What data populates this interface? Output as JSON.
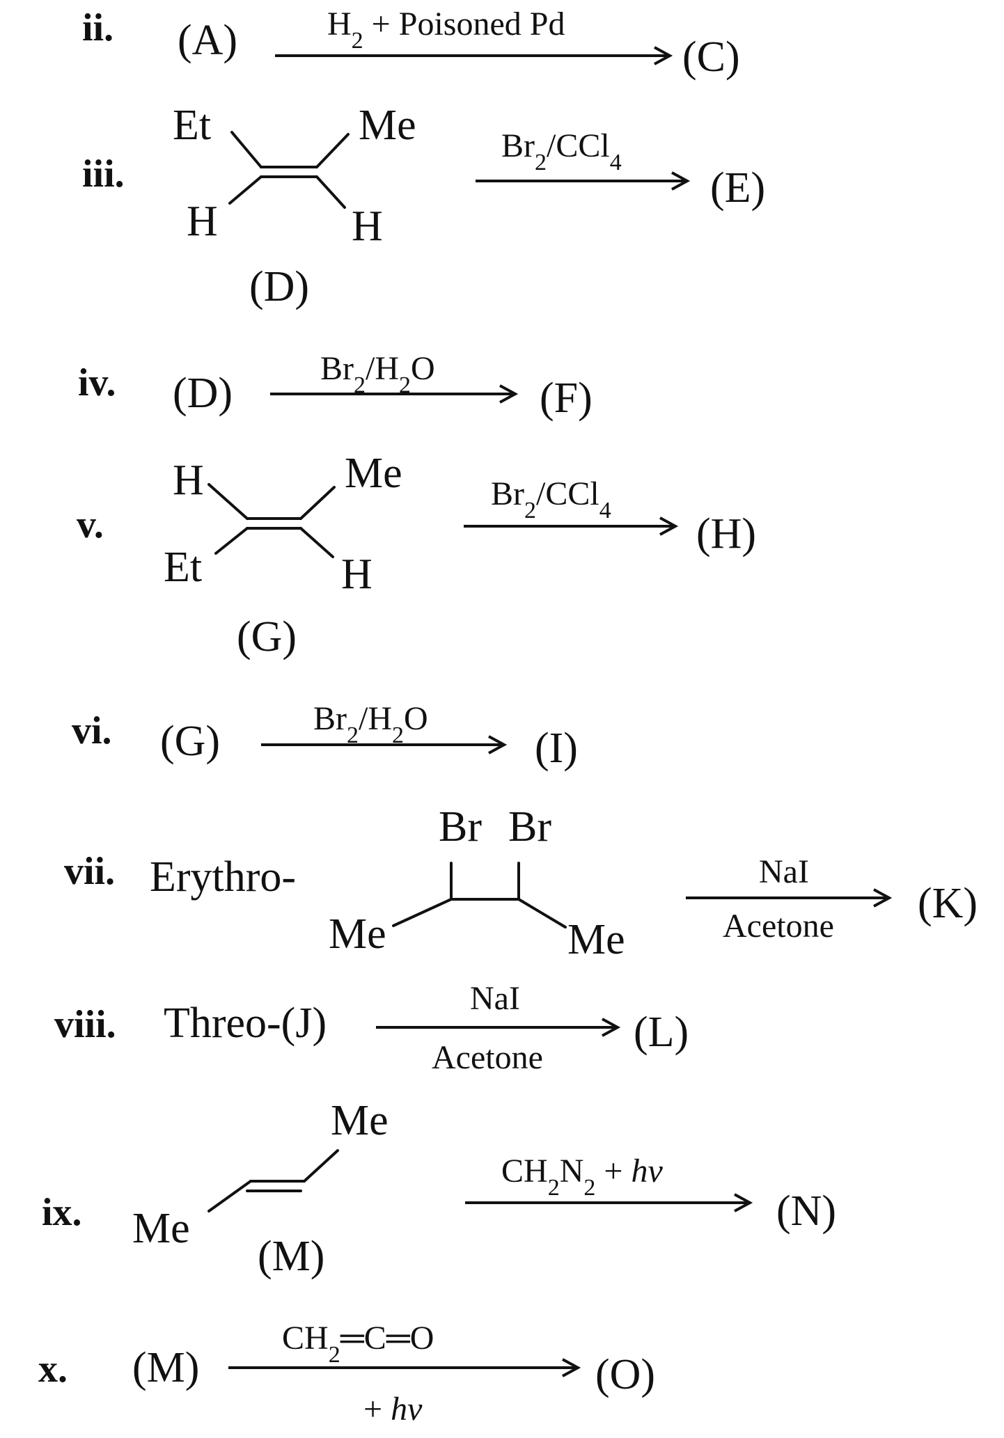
{
  "reactions": [
    {
      "num": "ii.",
      "reactant": "(A)",
      "reagent_html": "H<tspan baseline-shift='sub' font-size='34'>2</tspan> + Poisoned Pd",
      "product": "(C)"
    },
    {
      "num": "iii.",
      "sub1": "Et",
      "sub2": "Me",
      "sub3": "H",
      "sub4": "H",
      "label": "(D)",
      "reagent_html": "Br<tspan baseline-shift='sub' font-size='34'>2</tspan>/CCl<tspan baseline-shift='sub' font-size='34'>4</tspan>",
      "product": "(E)"
    },
    {
      "num": "iv.",
      "reactant": "(D)",
      "reagent_html": "Br<tspan baseline-shift='sub' font-size='34'>2</tspan>/H<tspan baseline-shift='sub' font-size='34'>2</tspan>O",
      "product": "(F)"
    },
    {
      "num": "v.",
      "sub1": "H",
      "sub2": "Me",
      "sub3": "Et",
      "sub4": "H",
      "label": "(G)",
      "reagent_html": "Br<tspan baseline-shift='sub' font-size='34'>2</tspan>/CCl<tspan baseline-shift='sub' font-size='34'>4</tspan>",
      "product": "(H)"
    },
    {
      "num": "vi.",
      "reactant": "(G)",
      "reagent_html": "Br<tspan baseline-shift='sub' font-size='34'>2</tspan>/H<tspan baseline-shift='sub' font-size='34'>2</tspan>O",
      "product": "(I)"
    },
    {
      "num": "vii.",
      "prefix": "Erythro-",
      "br1": "Br",
      "br2": "Br",
      "me1": "Me",
      "me2": "Me",
      "reagent_top": "NaI",
      "reagent_bottom": "Acetone",
      "product": "(K)"
    },
    {
      "num": "viii.",
      "reactant": "Threo-(J)",
      "reagent_top": "NaI",
      "reagent_bottom": "Acetone",
      "product": "(L)"
    },
    {
      "num": "ix.",
      "me1": "Me",
      "me2": "Me",
      "label": "(M)",
      "reagent_html": "CH<tspan baseline-shift='sub' font-size='34'>2</tspan>N<tspan baseline-shift='sub' font-size='34'>2</tspan> + <tspan font-style='italic'>hν</tspan>",
      "product": "(N)"
    },
    {
      "num": "x.",
      "reactant": "(M)",
      "reagent_top_html": "CH<tspan baseline-shift='sub' font-size='34'>2</tspan>═C═O",
      "reagent_bottom_html": "+ <tspan font-style='italic'>hν</tspan>",
      "product": "(O)"
    }
  ]
}
